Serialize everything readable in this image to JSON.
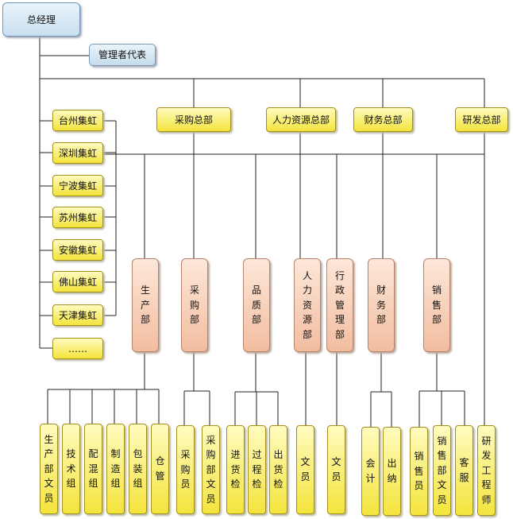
{
  "top": {
    "ceo": "总经理",
    "rep": "管理者代表"
  },
  "plants": [
    "台州集虹",
    "深圳集虹",
    "宁波集虹",
    "苏州集虹",
    "安徽集虹",
    "佛山集虹",
    "天津集虹",
    "……"
  ],
  "divisions": [
    "采购总部",
    "人力资源总部",
    "财务总部",
    "研发总部"
  ],
  "departments": [
    "生产部",
    "采购部",
    "品质部",
    "人力资源部",
    "行政管理部",
    "财务部",
    "销售部"
  ],
  "staff": [
    "生产部文员",
    "技术组",
    "配混组",
    "制造组",
    "包装组",
    "仓管",
    "采购员",
    "采购部文员",
    "进货检",
    "过程检",
    "出货检",
    "文员",
    "文员",
    "会计",
    "出纳",
    "销售员",
    "销售部文员",
    "客服",
    "研发工程师"
  ],
  "colors": {
    "top_fill": "#c9dff0",
    "yellow_fill": "#f4e43c",
    "orange_fill": "#f2bda0",
    "line": "#222222"
  }
}
